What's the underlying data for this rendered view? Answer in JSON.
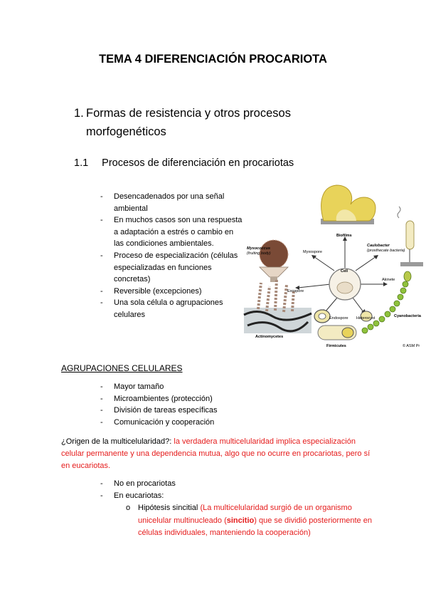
{
  "title": "TEMA 4 DIFERENCIACIÓN PROCARIOTA",
  "section1": {
    "number": "1.",
    "text": "Formas de resistencia y otros procesos morfogenéticos"
  },
  "section11": {
    "number": "1.1",
    "text": "Procesos de diferenciación en procariotas"
  },
  "list1": [
    "Desencadenados por una señal ambiental",
    "En muchos casos son una respuesta a adaptación a estrés o cambio en las condiciones ambientales.",
    "Proceso de especialización (células especializadas en funciones concretas)",
    "Reversible (excepciones)",
    "Una sola célula o agrupaciones celulares"
  ],
  "agrupaciones": {
    "title": "AGRUPACIONES CELULARES",
    "items": [
      "Mayor tamaño",
      "Microambientes (protección)",
      "División de tareas específicas",
      "Comunicación y cooperación"
    ]
  },
  "question": {
    "label": "¿Origen de la multicelularidad?:",
    "answer": "la verdadera multicelularidad implica especialización celular permanente y una dependencia mutua, algo que no ocurre en procariotas, pero sí en eucariotas."
  },
  "list3": [
    "No en procariotas",
    "En eucariotas:"
  ],
  "subitem": {
    "bullet": "o",
    "label": "Hipótesis sincitial",
    "red_before": "(La multicelularidad surgió de un organismo unicelular multinucleado (",
    "bold": "sincitio",
    "red_after": ") que se dividió posteriormente en células individuales, manteniendo la cooperación)"
  },
  "figure": {
    "center": "Cell",
    "labels": {
      "biofilms": "Biofilms",
      "caulobacter": "Caulobacter",
      "caulobacter_sub": "(prosthecate bacteria)",
      "myxococcus": "Myxococcus",
      "myxococcus_sub": "(fruiting body)",
      "myxospore": "Myxospore",
      "exospore": "Exospore",
      "akinete": "Akinete",
      "cyanobacteria": "Cyanobacteria",
      "endospore": "Endospore",
      "heterocyst": "Heterocyst",
      "actinomycetes": "Actinomycetes",
      "firmicutes": "Firmicutes",
      "credit": "© ASM Pr"
    },
    "colors": {
      "biofilm": "#e8d35a",
      "spore": "#efe6a8",
      "cell": "#e9ddc8",
      "cyano": "#8fc23c",
      "myxo": "#7a4a36"
    }
  }
}
